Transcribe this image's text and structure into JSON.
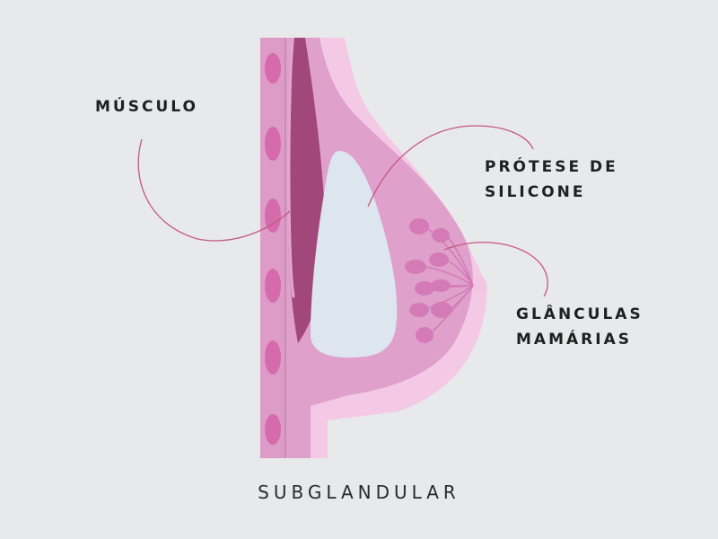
{
  "labels": {
    "muscle": "MÚSCULO",
    "implant_line1": "PRÓTESE DE",
    "implant_line2": "SILICONE",
    "glands_line1": "GLÂNCULAS",
    "glands_line2": "MAMÁRIAS"
  },
  "caption": "SUBGLANDULAR",
  "colors": {
    "background": "#e8e9ea",
    "outer_skin": "#f4c9e6",
    "tissue": "#dfa1cc",
    "ribs": "#d56aac",
    "muscle": "#a2477a",
    "implant": "#dde6ef",
    "glands": "#d47bb7",
    "leader_line": "#c4587e",
    "text": "#1f1f1f"
  }
}
